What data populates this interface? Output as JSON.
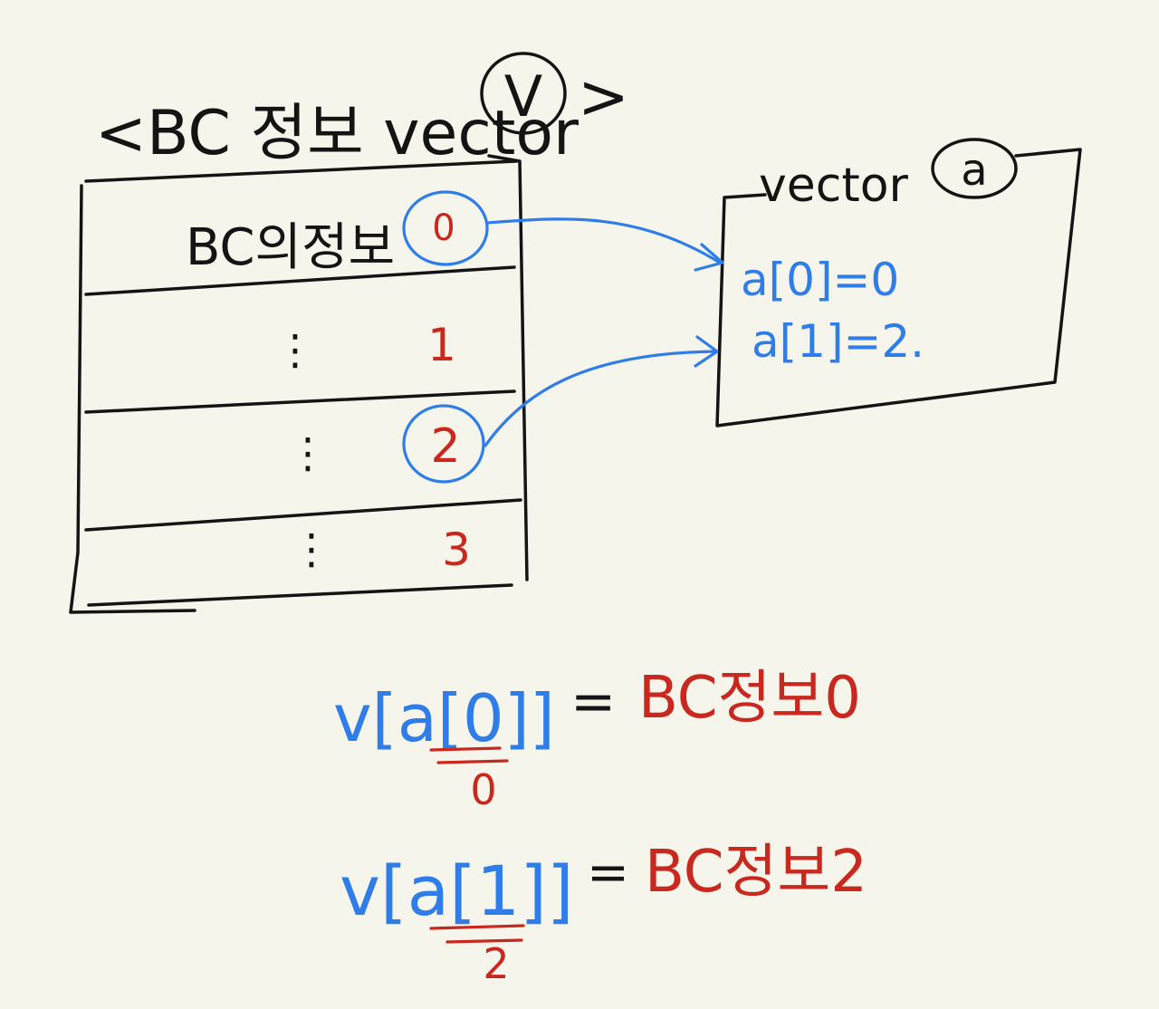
{
  "vector_v": {
    "title": "<BC 정보 vector",
    "name": "V",
    "closing": ">",
    "rows": [
      {
        "label": "BC의정보",
        "index": "0",
        "highlighted": true
      },
      {
        "label": "⋮",
        "index": "1",
        "highlighted": false
      },
      {
        "label": "⋮",
        "index": "2",
        "highlighted": true
      },
      {
        "label": "⋮",
        "index": "3",
        "highlighted": false
      }
    ]
  },
  "vector_a": {
    "title": "vector",
    "name": "a",
    "entries": [
      "a[0]=0",
      "a[1]=2."
    ]
  },
  "equations": [
    {
      "lhs": "v[a[0]]",
      "equals": "=",
      "rhs": "BC정보0",
      "sub": "0"
    },
    {
      "lhs": "v[a[1]]",
      "equals": "=",
      "rhs": "BC정보2",
      "sub": "2"
    }
  ],
  "colors": {
    "ink": "#141414",
    "blue": "#2f7de8",
    "red": "#c8281e",
    "paper": "#f6f5ec"
  }
}
